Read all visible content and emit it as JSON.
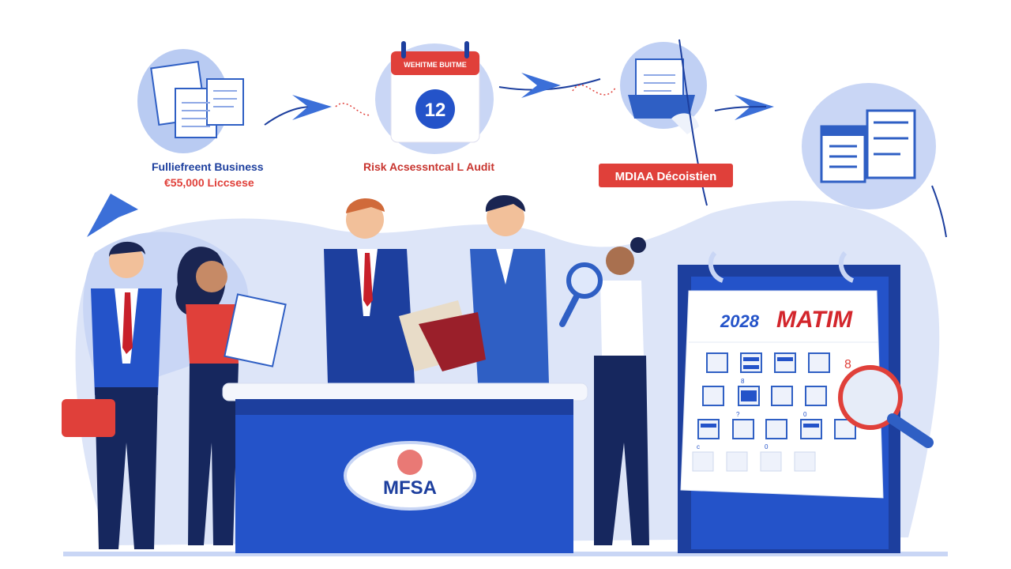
{
  "steps": [
    {
      "label_line1": "Fulliefreent Business",
      "label_line2": "€55,000 Liccsese",
      "icon": "documents-icon"
    },
    {
      "calendar_header": "WEHITME BUITME",
      "calendar_number": "12",
      "label": "Risk Acsessntcal L Audit",
      "icon": "calendar-icon"
    },
    {
      "badge": "MDIAA Décoistien",
      "icon": "document-folder-icon"
    },
    {
      "icon": "calendar-report-icon"
    }
  ],
  "desk": {
    "logo_text": "MFSA"
  },
  "big_calendar": {
    "year": "2028",
    "month": "MATIM",
    "day_marks": [
      "8",
      "8",
      "?",
      "0",
      "c",
      "0"
    ]
  },
  "colors": {
    "primary": "#2f5fc4",
    "dark_blue": "#1d3f9e",
    "red": "#e0403a",
    "light_blue": "#c9d6f5"
  }
}
